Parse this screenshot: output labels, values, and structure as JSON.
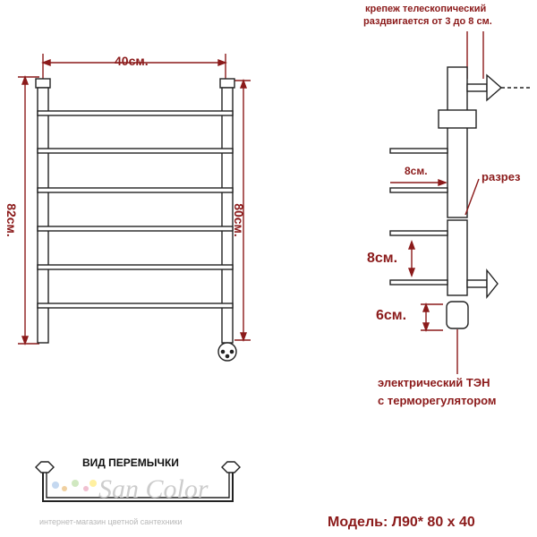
{
  "front_view": {
    "width_label": "40см.",
    "height_left_label": "82см.",
    "height_right_label": "80см."
  },
  "side_view": {
    "mount_note_line1": "крепеж телескопический",
    "mount_note_line2": "раздвигается от 3 до 8 см.",
    "depth_label": "8см.",
    "cut_label": "разрез",
    "rung_gap_label": "8см.",
    "heater_label": "6см.",
    "heater_note_line1": "электрический   ТЭН",
    "heater_note_line2": "с терморегулятором"
  },
  "bridge_view": {
    "title": "ВИД ПЕРЕМЫЧКИ"
  },
  "watermark": {
    "brand": "San Color",
    "tagline": "интернет-магазин цветной сантехники"
  },
  "model": {
    "text": "Модель: Л90* 80 х 40"
  },
  "colors": {
    "dimension": "#8b1a1a",
    "outline": "#222222",
    "watermark": "#c8c8c8"
  }
}
